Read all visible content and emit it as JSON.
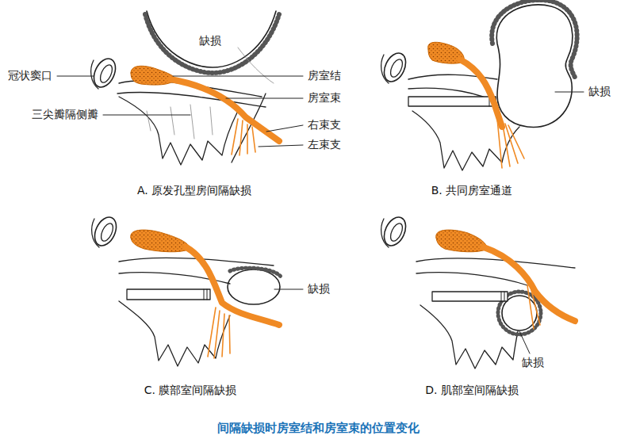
{
  "diagram": {
    "caption": "间隔缺损时房室结和房室束的位置变化",
    "labels": [
      "缺损",
      "冠状窦口",
      "房室结",
      "房室束",
      "三尖瓣隔侧瓣",
      "右束支",
      "左束支",
      "缺损",
      "A. 原发孔型房间隔缺损",
      "B. 共同房室通道",
      "缺损",
      "缺损",
      "C. 膜部室间隔缺损",
      "D. 肌部室间隔缺损"
    ]
  }
}
